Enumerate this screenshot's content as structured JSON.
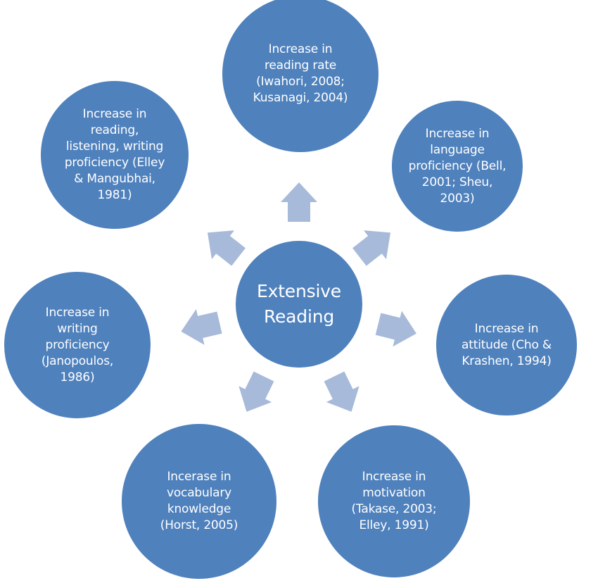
{
  "colors": {
    "circle": "#4f81bd",
    "arrow": "#a7bad9",
    "text": "#ffffff"
  },
  "center": {
    "lines": [
      "Extensive",
      "Reading"
    ]
  },
  "nodes": [
    {
      "id": "reading-rate",
      "lines": [
        "Increase in",
        "reading rate",
        "(Iwahori, 2008;",
        "Kusanagi, 2004)"
      ]
    },
    {
      "id": "language-proficiency",
      "lines": [
        "Increase in",
        "language",
        "proficiency (Bell,",
        "2001; Sheu,",
        "2003)"
      ]
    },
    {
      "id": "attitude",
      "lines": [
        "Increase in",
        "attitude (Cho &",
        "Krashen, 1994)"
      ]
    },
    {
      "id": "motivation",
      "lines": [
        "Increase in",
        "motivation",
        "(Takase, 2003;",
        "Elley, 1991)"
      ]
    },
    {
      "id": "vocabulary-knowledge",
      "lines": [
        "Incerase in",
        "vocabulary",
        "knowledge",
        "(Horst, 2005)"
      ]
    },
    {
      "id": "writing-proficiency",
      "lines": [
        "Increase in",
        "writing",
        "proficiency",
        "(Janopoulos,",
        "1986)"
      ]
    },
    {
      "id": "reading-listening-writing",
      "lines": [
        "Increase in",
        "reading,",
        "listening, writing",
        "proficiency (Elley",
        "& Mangubhai,",
        "1981)"
      ]
    }
  ]
}
